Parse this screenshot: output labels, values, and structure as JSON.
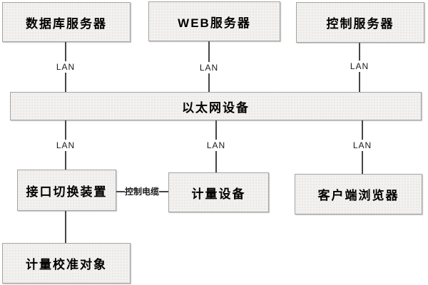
{
  "diagram": {
    "title": "metering-system-network-topology",
    "nodes": [
      {
        "id": "db-server",
        "label": "数据库服务器"
      },
      {
        "id": "web-server",
        "label": "WEB服务器"
      },
      {
        "id": "control-server",
        "label": "控制服务器"
      },
      {
        "id": "ethernet",
        "label": "以太网设备"
      },
      {
        "id": "interface-switch",
        "label": "接口切换装置"
      },
      {
        "id": "metering-device",
        "label": "计量设备"
      },
      {
        "id": "client-browser",
        "label": "客户端浏览器"
      },
      {
        "id": "calibration-object",
        "label": "计量校准对象"
      }
    ],
    "labels": {
      "lan": "LAN",
      "control_cable": "控制电缆"
    },
    "edges": [
      {
        "from": "db-server",
        "to": "ethernet",
        "label": "LAN"
      },
      {
        "from": "web-server",
        "to": "ethernet",
        "label": "LAN"
      },
      {
        "from": "control-server",
        "to": "ethernet",
        "label": "LAN"
      },
      {
        "from": "ethernet",
        "to": "interface-switch",
        "label": "LAN"
      },
      {
        "from": "ethernet",
        "to": "metering-device",
        "label": "LAN"
      },
      {
        "from": "ethernet",
        "to": "client-browser",
        "label": "LAN"
      },
      {
        "from": "interface-switch",
        "to": "metering-device",
        "label": "控制电缆"
      },
      {
        "from": "interface-switch",
        "to": "calibration-object",
        "label": ""
      }
    ],
    "colors": {
      "background": "#ffffff",
      "node_fill": "#f2f1ef",
      "node_border": "#a3a3a3",
      "line": "#454545",
      "text": "#000000"
    }
  }
}
